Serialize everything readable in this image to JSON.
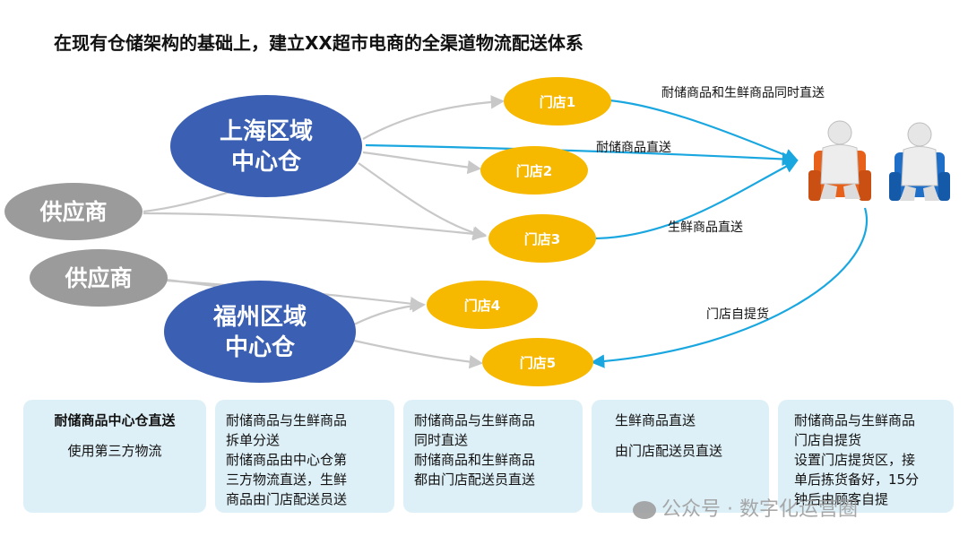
{
  "title": "在现有仓储架构的基础上，建立XX超市电商的全渠道物流配送体系",
  "hubs": [
    {
      "line1": "上海区域",
      "line2": "中心仓"
    },
    {
      "line1": "福州区域",
      "line2": "中心仓"
    }
  ],
  "suppliers": [
    "供应商",
    "供应商"
  ],
  "stores": [
    "门店1",
    "门店2",
    "门店3",
    "门店4",
    "门店5"
  ],
  "edge_labels": {
    "both_direct": "耐储商品和生鲜商品同时直送",
    "durable_direct": "耐储商品直送",
    "fresh_direct": "生鲜商品直送",
    "store_pickup": "门店自提货"
  },
  "boxes": [
    {
      "lines": [
        "耐储商品中心仓直送",
        "",
        "使用第三方物流"
      ]
    },
    {
      "lines": [
        "耐储商品与生鲜商品",
        "拆单分送",
        "耐储商品由中心仓第",
        "三方物流直送，生鲜",
        "商品由门店配送员送"
      ]
    },
    {
      "lines": [
        "耐储商品与生鲜商品",
        "同时直送",
        "耐储商品和生鲜商品",
        "都由门店配送员直送"
      ]
    },
    {
      "lines": [
        "生鲜商品直送",
        "",
        "由门店配送员直送"
      ]
    },
    {
      "lines": [
        "耐储商品与生鲜商品",
        "门店自提货",
        "设置门店提货区，接",
        "单后拣货备好，15分",
        "钟后由顾客自提"
      ]
    }
  ],
  "watermark": "公众号 · 数字化运营圈",
  "colors": {
    "hub": "#3a5fb3",
    "supplier": "#9b9b9b",
    "store": "#f7b800",
    "arrow_blue": "#1aa7e0",
    "arrow_gray": "#c8c8c8",
    "box": "#def0f7"
  }
}
